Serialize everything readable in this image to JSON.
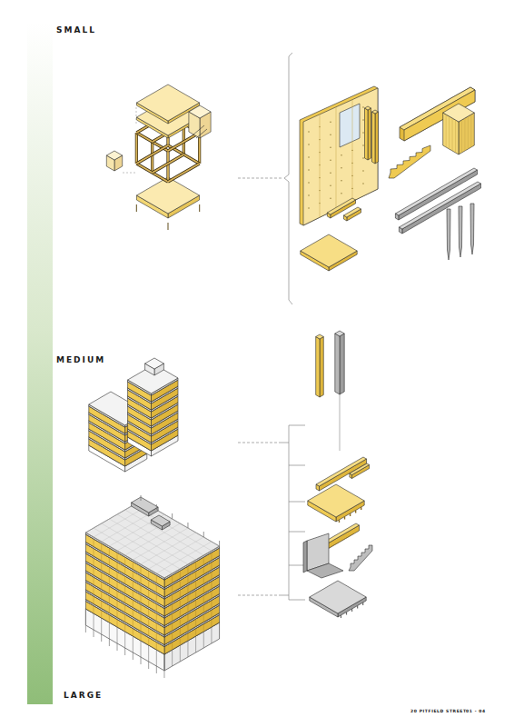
{
  "diagram": {
    "labels": [
      "SMALL",
      "MEDIUM",
      "LARGE",
      "20 PITFIELD STREET",
      "01 - 04"
    ]
  }
}
